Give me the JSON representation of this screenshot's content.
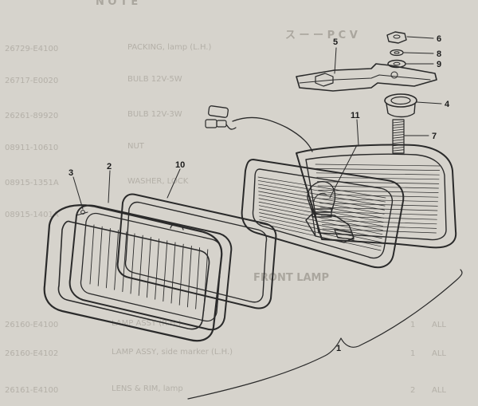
{
  "bleed": {
    "header": "N O T E",
    "section1": "ス ー ー P C V",
    "section2": "FRONT LAMP",
    "rows": [
      {
        "code": "26729-E4100",
        "desc": "PACKING, lamp (L.H.)"
      },
      {
        "code": "26717-E0020",
        "desc": "BULB 12V-5W"
      },
      {
        "code": "26261-89920",
        "desc": "BULB 12V-3W"
      },
      {
        "code": "08911-10610",
        "desc": "NUT"
      },
      {
        "code": "08915-1351A",
        "desc": "WASHER, LOCK"
      },
      {
        "code": "08915-1401A",
        "desc": ""
      },
      {
        "code": "26160-E4100",
        "desc": "LAMP ASSY (R.H.)",
        "qty": "1",
        "ref": "ALL"
      },
      {
        "code": "26160-E4102",
        "desc": "LAMP ASSY, side marker (L.H.)",
        "qty": "1",
        "ref": "ALL"
      },
      {
        "code": "26161-E4100",
        "desc": "LENS & RIM, lamp",
        "qty": "2",
        "ref": "ALL"
      }
    ]
  },
  "callouts": [
    "1",
    "2",
    "3",
    "4",
    "5",
    "6",
    "7",
    "8",
    "9",
    "10",
    "11"
  ],
  "colors": {
    "paper": "#d6d3cc",
    "ink": "#2a2a2a",
    "bleed": "#b4b0a8"
  }
}
